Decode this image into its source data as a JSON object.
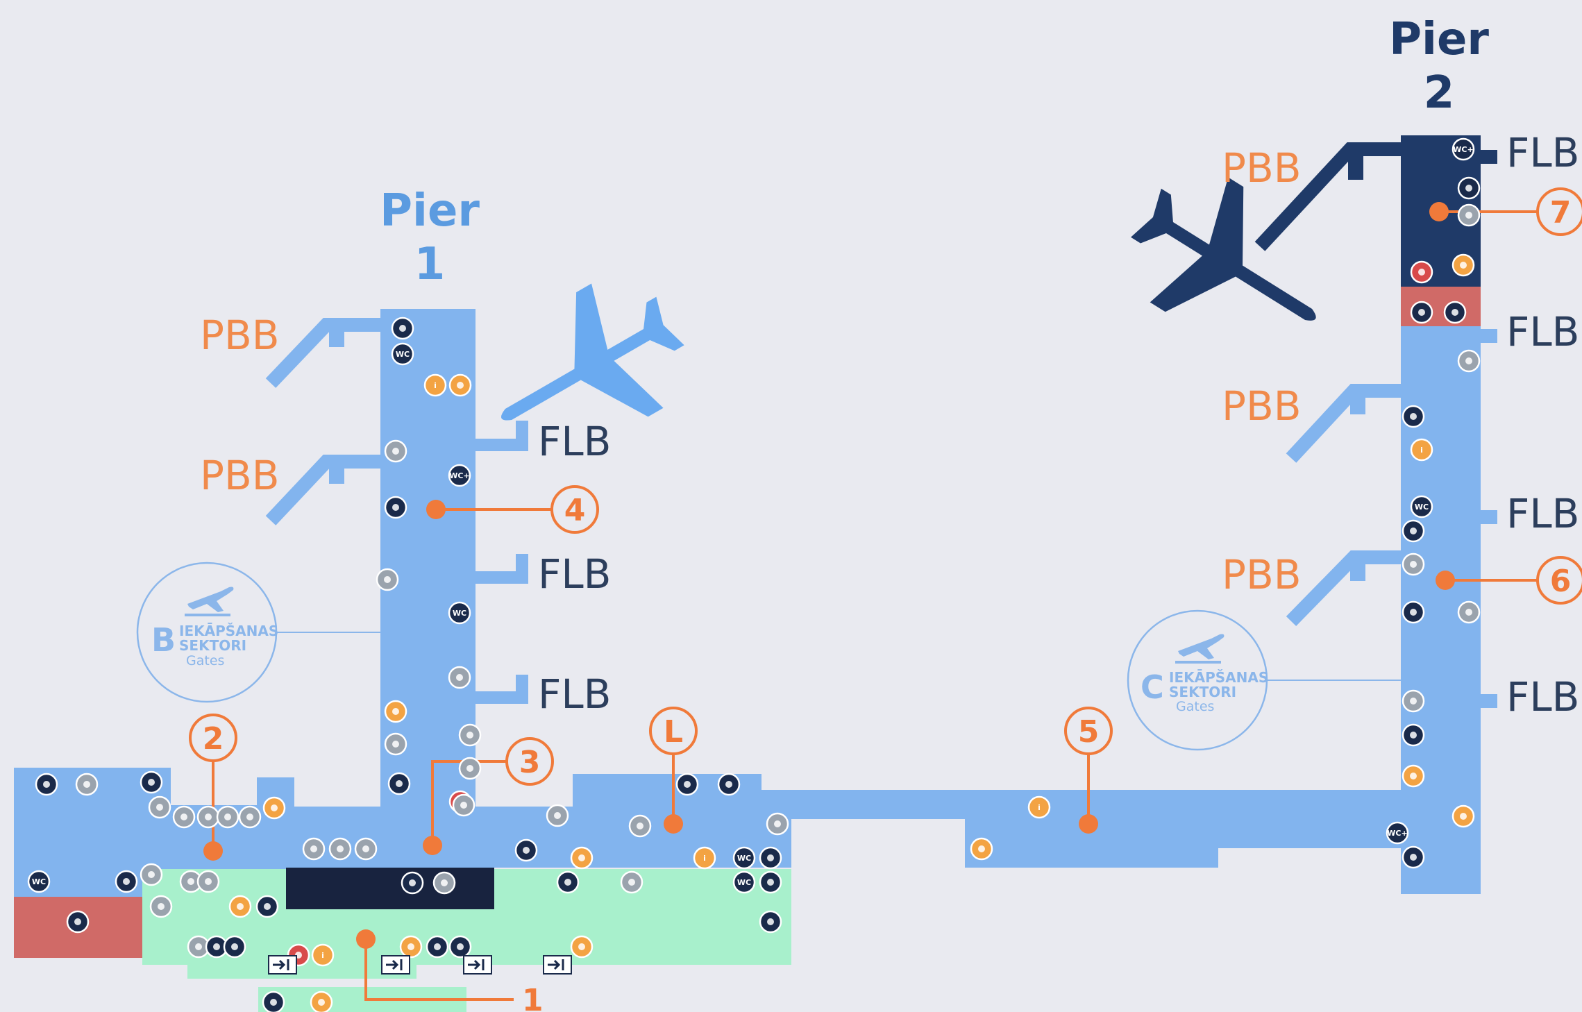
{
  "piers": {
    "pier1": {
      "title": "Pier",
      "number": "1",
      "color": "#5b9be0"
    },
    "pier2": {
      "title": "Pier",
      "number": "2",
      "color": "#1f3a68"
    }
  },
  "bridge_labels": {
    "pbb": "PBB",
    "flb": "FLB"
  },
  "gates": {
    "b": {
      "letter": "B",
      "line1": "IEKĀPŠANAS",
      "line2": "SEKTORI",
      "line3": "Gates"
    },
    "c": {
      "letter": "C",
      "line1": "IEKĀPŠANAS",
      "line2": "SEKTORI",
      "line3": "Gates"
    }
  },
  "callouts": [
    "1",
    "2",
    "3",
    "4",
    "5",
    "6",
    "7",
    "L"
  ],
  "icons": {
    "wc": "WC",
    "wc_plus": "WC+",
    "info": "i",
    "cafe": "cafe-icon",
    "shop": "shopping-cart-icon",
    "restaurant": "restaurant-icon",
    "exit": "emergency-exit-icon",
    "accessible": "wheelchair-icon",
    "aed": "defibrillator-icon"
  },
  "colors": {
    "background": "#e9eaf0",
    "terminal_blue": "#82b4ee",
    "pier2_dark": "#1f3a68",
    "landside_green": "#a8f0cc",
    "restricted_red": "#d06a67",
    "accent_orange": "#f07a3a",
    "pbb_orange": "#f08a4b",
    "flb_text": "#2c3e5c",
    "icon_dark": "#1a2a4a",
    "icon_grey": "#9aa3ad",
    "icon_orange": "#f3a343"
  }
}
